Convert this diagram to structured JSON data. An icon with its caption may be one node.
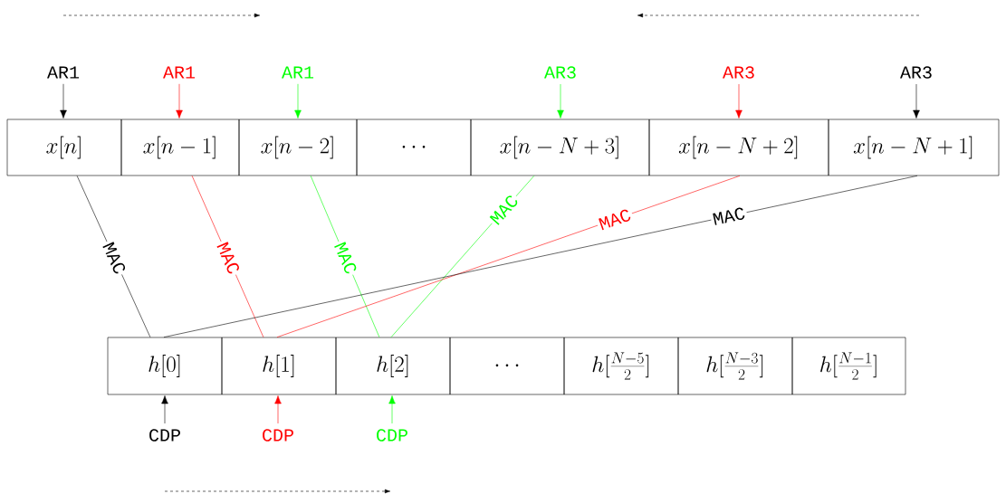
{
  "diagram": {
    "nodes": [
      {
        "text": [
          "AR1"
        ]
      },
      {
        "text": [
          "AR1"
        ]
      },
      {
        "text": [
          "AR1"
        ]
      },
      {
        "text": [
          "AR3"
        ]
      },
      {
        "text": [
          "AR3"
        ]
      },
      {
        "text": [
          "AR3"
        ]
      },
      {
        "text": [
          "x[n]"
        ]
      },
      {
        "text": [
          "x[n-1]"
        ]
      },
      {
        "text": [
          "x[n-2]"
        ]
      },
      {
        "text": [
          "\\cdots"
        ]
      },
      {
        "text": [
          "x[n-N+3]"
        ]
      },
      {
        "text": [
          "x[n-N+2]"
        ]
      },
      {
        "text": [
          "x[n-N+1]"
        ]
      },
      {
        "text": [
          "h[0]"
        ]
      },
      {
        "text": [
          "h[1]"
        ]
      },
      {
        "text": [
          "h[2]"
        ]
      },
      {
        "text": [
          "\\cdots"
        ]
      },
      {
        "text": [
          "h[\\frac{N-5}{2}]"
        ]
      },
      {
        "text": [
          "h[\\frac{N-3}{2}]"
        ]
      },
      {
        "text": [
          "h[\\frac{N-1}{2}]"
        ]
      },
      {
        "text": [
          "CDP"
        ]
      },
      {
        "text": [
          "CDP"
        ]
      },
      {
        "text": [
          "CDP"
        ]
      }
    ],
    "edges": [
      {
        "from": 0,
        "to": 6,
        "arrow": "to"
      },
      {
        "from": 1,
        "to": 7,
        "arrow": "to",
        "color": "#ff0000"
      },
      {
        "from": 2,
        "to": 8,
        "arrow": "to",
        "color": "#00ff00"
      },
      {
        "from": 3,
        "to": 10,
        "arrow": "to",
        "color": "#00ff00"
      },
      {
        "from": 4,
        "to": 11,
        "arrow": "to",
        "color": "#ff0000"
      },
      {
        "from": 5,
        "to": 12,
        "arrow": "to"
      },
      {
        "from": 6,
        "to": 13,
        "arrow": "none",
        "label": "MAC"
      },
      {
        "from": 7,
        "to": 14,
        "arrow": "none",
        "label": "MAC",
        "color": "#ff0000"
      },
      {
        "from": 8,
        "to": 15,
        "arrow": "none",
        "label": "MAC",
        "color": "#00ff00"
      },
      {
        "from": 10,
        "to": 15,
        "arrow": "none",
        "label": "MAC",
        "color": "#00ff00"
      },
      {
        "from": 11,
        "to": 14,
        "arrow": "none",
        "label": "MAC",
        "color": "#ff0000"
      },
      {
        "from": 12,
        "to": 13,
        "arrow": "none",
        "label": "MAC"
      },
      {
        "from": 20,
        "to": 13,
        "arrow": "to"
      },
      {
        "from": 21,
        "to": 14,
        "arrow": "to",
        "color": "#ff0000"
      },
      {
        "from": 22,
        "to": 15,
        "arrow": "to",
        "color": "#00ff00"
      }
    ]
  }
}
